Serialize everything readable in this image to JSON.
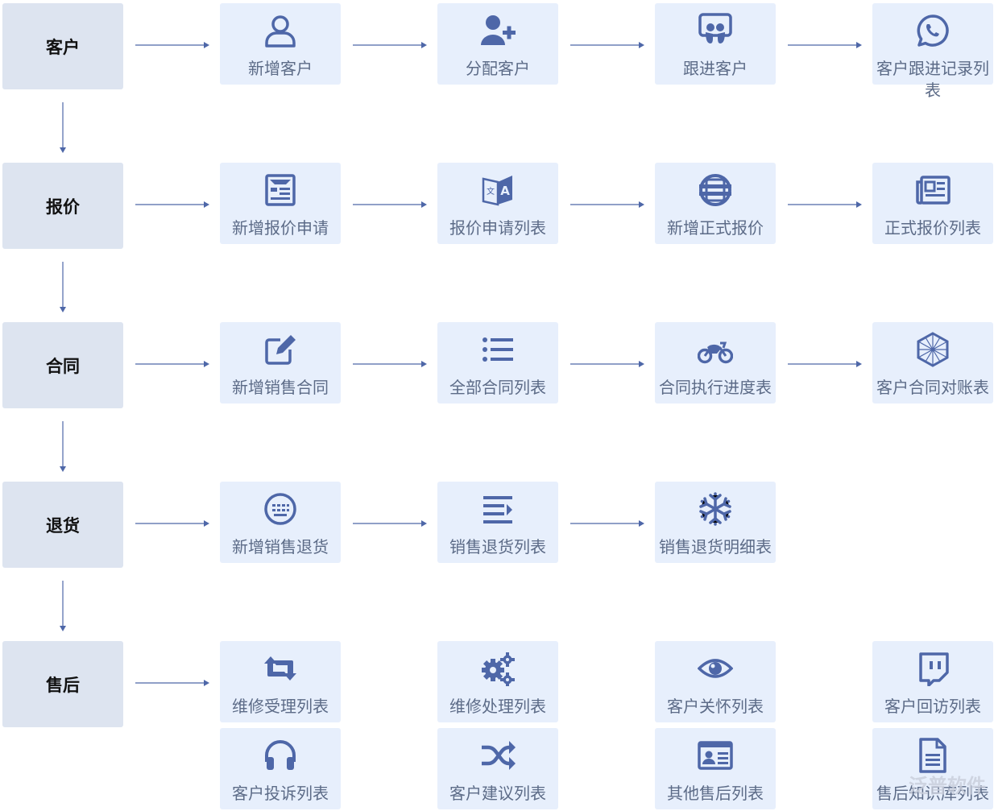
{
  "colors": {
    "stage_bg": "#dde4f0",
    "card_bg": "#e7effc",
    "icon": "#4e67a8",
    "label": "#5c6b87",
    "arrow": "#4e67a8"
  },
  "stages": [
    "客户",
    "报价",
    "合同",
    "退货",
    "售后"
  ],
  "rows": [
    {
      "cards": [
        {
          "label": "新增客户",
          "icon": "user-icon"
        },
        {
          "label": "分配客户",
          "icon": "user-plus-icon"
        },
        {
          "label": "跟进客户",
          "icon": "slideshare-icon"
        },
        {
          "label": "客户跟进记录列表",
          "icon": "whatsapp-icon"
        }
      ]
    },
    {
      "cards": [
        {
          "label": "新增报价申请",
          "icon": "newspaper-window-icon"
        },
        {
          "label": "报价申请列表",
          "icon": "translate-icon"
        },
        {
          "label": "新增正式报价",
          "icon": "subway-icon"
        },
        {
          "label": "正式报价列表",
          "icon": "newspaper-icon"
        }
      ]
    },
    {
      "cards": [
        {
          "label": "新增销售合同",
          "icon": "edit-icon"
        },
        {
          "label": "全部合同列表",
          "icon": "list-icon"
        },
        {
          "label": "合同执行进度表",
          "icon": "motorcycle-icon"
        },
        {
          "label": "客户合同对账表",
          "icon": "hexagon-mesh-icon"
        }
      ]
    },
    {
      "cards": [
        {
          "label": "新增销售退货",
          "icon": "keyboard-circle-icon"
        },
        {
          "label": "销售退货列表",
          "icon": "list-indent-icon"
        },
        {
          "label": "销售退货明细表",
          "icon": "snowflake-icon"
        }
      ]
    },
    {
      "cards": [
        {
          "label": "维修受理列表",
          "icon": "retweet-icon"
        },
        {
          "label": "维修处理列表",
          "icon": "gears-icon"
        },
        {
          "label": "客户关怀列表",
          "icon": "eye-icon"
        },
        {
          "label": "客户回访列表",
          "icon": "twitch-icon"
        }
      ]
    },
    {
      "cards": [
        {
          "label": "客户投诉列表",
          "icon": "headphones-icon"
        },
        {
          "label": "客户建议列表",
          "icon": "shuffle-icon"
        },
        {
          "label": "其他售后列表",
          "icon": "id-card-icon"
        },
        {
          "label": "售后知识库列表",
          "icon": "file-text-icon"
        }
      ]
    }
  ],
  "watermark": "泛普软件"
}
